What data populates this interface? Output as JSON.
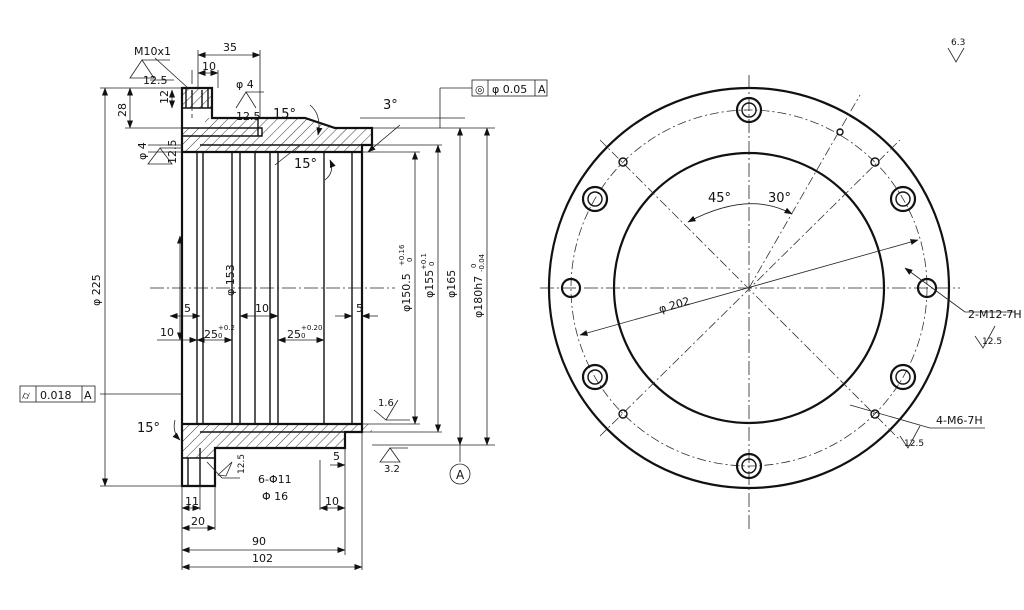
{
  "section_view": {
    "thread_top": "M10x1",
    "roughness_top": "12.5",
    "dim_35": "35",
    "dim_10_top": "10",
    "dim_12": "12",
    "dim_28": "28",
    "dia_4_top": "φ 4",
    "roughness_4_top": "12.5",
    "dia_4_left": "φ 4",
    "roughness_4_left": "12.5",
    "angle_15_a": "15°",
    "angle_15_b": "15°",
    "angle_3": "3°",
    "angle_15_c": "15°",
    "coaxiality_symbol": "◎",
    "coaxiality_value": "φ 0.05",
    "coaxiality_datum": "A",
    "flatness_symbol": "⌭",
    "flatness_value": "0.018",
    "flatness_datum": "A",
    "dia_225": "φ 225",
    "dia_153": "φ 153",
    "dia_150": "φ150.5",
    "dia_150_tol_upper": "+0.16",
    "dia_150_tol_lower": "0",
    "dia_155": "φ155",
    "dia_155_tol_upper": "+0.1",
    "dia_155_tol_lower": "0",
    "dia_165": "φ165",
    "dia_180": "φ180h7",
    "dia_180_tol_upper": "0",
    "dia_180_tol_lower": "-0.04",
    "dim_5_a": "5",
    "dim_5_b": "5",
    "dim_10_mid": "10",
    "dim_10_left": "10",
    "dim_25_a": "25",
    "dim_25_a_tol_upper": "+0.2",
    "dim_25_a_tol_lower": "0",
    "dim_25_b": "25",
    "dim_25_b_tol_upper": "+0.20",
    "dim_25_b_tol_lower": "0",
    "roughness_16": "1.6",
    "roughness_32": "3.2",
    "roughness_125_bottom": "12.5",
    "holes_6": "6-Φ11",
    "dia_16": "Φ 16",
    "dim_5_bottom": "5",
    "dim_11": "11",
    "dim_20": "20",
    "dim_10_bottom": "10",
    "dim_90": "90",
    "dim_102": "102",
    "datum_a": "A"
  },
  "front_view": {
    "roughness_general": "6.3",
    "angle_45": "45°",
    "angle_30": "30°",
    "dia_202": "φ 202",
    "thread_m12": "2-M12-7H",
    "roughness_m12": "12.5",
    "thread_m6": "4-M6-7H",
    "roughness_m6": "12.5"
  }
}
